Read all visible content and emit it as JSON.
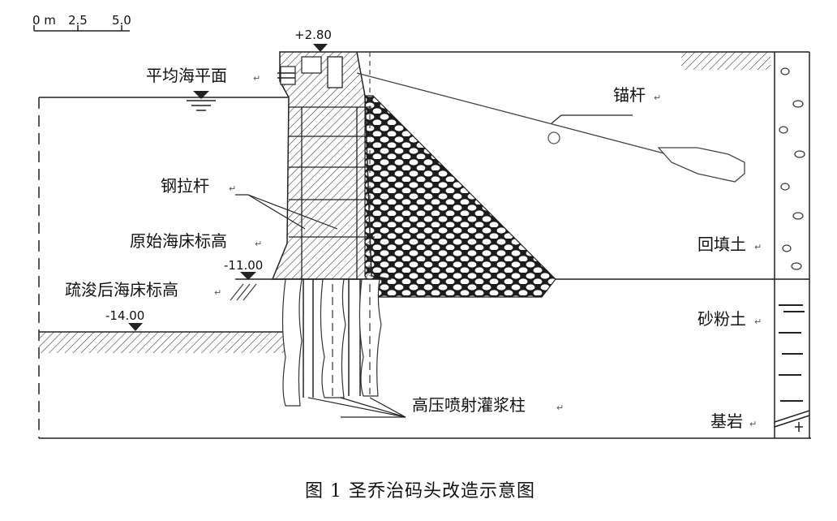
{
  "scale_bar": {
    "ticks": [
      "0 m",
      "2.5",
      "5.0"
    ]
  },
  "elevations": {
    "top": "+2.80",
    "original_seabed": "-11.00",
    "dredged_seabed": "-14.00"
  },
  "labels": {
    "mean_sea_level": "平均海平面",
    "anchor_rod": "锚杆",
    "steel_tie_rod": "钢拉杆",
    "original_seabed": "原始海床标高",
    "dredged_seabed": "疏浚后海床标高",
    "backfill": "回填土",
    "silty_sand": "砂粉土",
    "bedrock": "基岩",
    "jet_grout_columns": "高压喷射灌浆柱"
  },
  "paragraph_mark": "↵",
  "caption": "图 1  圣乔治码头改造示意图"
}
